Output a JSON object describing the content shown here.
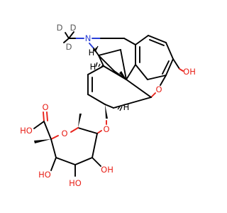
{
  "structure": {
    "labels": {
      "n": "N",
      "d1": "D",
      "d2": "D",
      "d3": "D",
      "h_n": "H",
      "h_ring": "H",
      "h_ether": "H",
      "oh_phenol": "OH",
      "o_ether": "O",
      "o_glycoside": "O",
      "o_ring": "O",
      "cooh_o": "O",
      "cooh_ho": "HO",
      "ho_c3": "HO",
      "oh_c2": "OH",
      "ho_c4": "HO"
    },
    "colors": {
      "carbon": "#000000",
      "oxygen": "#e8221a",
      "nitrogen": "#2a3fd6",
      "deuterium": "#5a5a5a"
    }
  }
}
